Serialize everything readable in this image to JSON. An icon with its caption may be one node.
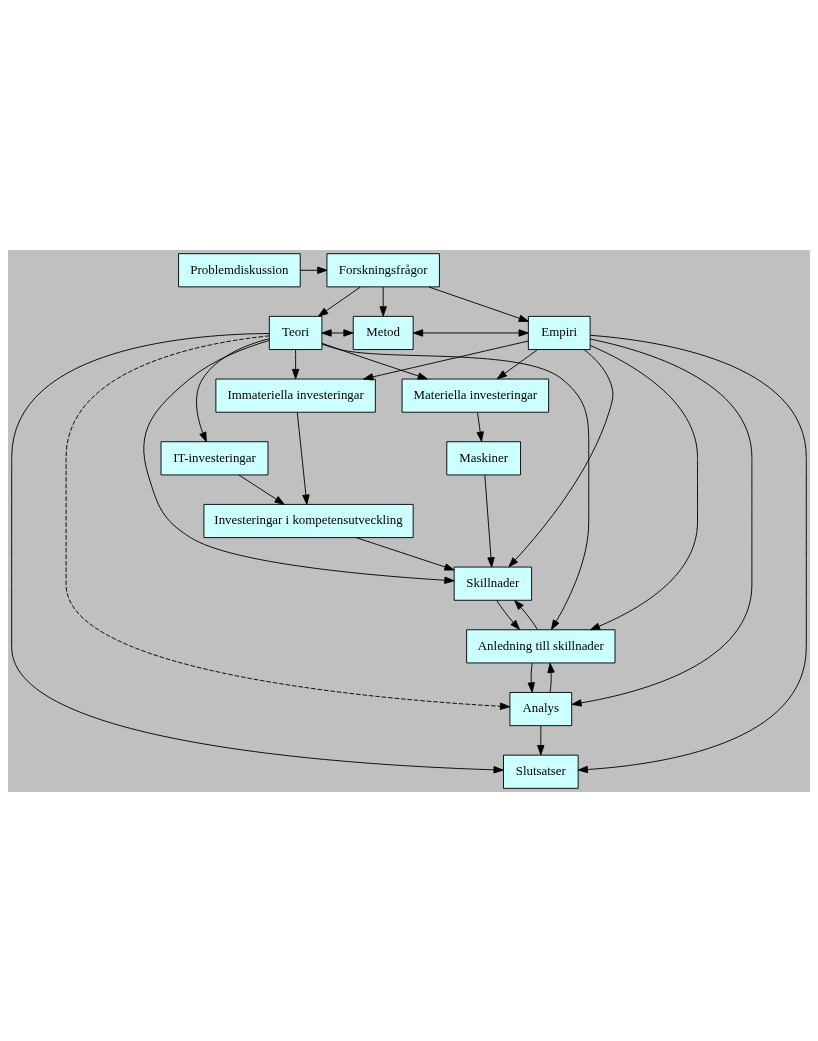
{
  "diagram": {
    "nodes": [
      {
        "text": [
          "Problemdiskussion"
        ]
      },
      {
        "text": [
          "Forskningsfrågor"
        ]
      },
      {
        "text": [
          "Teori"
        ]
      },
      {
        "text": [
          "Metod"
        ]
      },
      {
        "text": [
          "Empiri"
        ]
      },
      {
        "text": [
          "Materiella investeringar"
        ]
      },
      {
        "text": [
          "Immateriella investeringar"
        ]
      },
      {
        "text": [
          "IT-investeringar"
        ]
      },
      {
        "text": [
          "Maskiner"
        ]
      },
      {
        "text": [
          "Investeringar i kompetensutveckling"
        ]
      },
      {
        "text": [
          "Skillnader"
        ]
      },
      {
        "text": [
          "Anledning till skillnader"
        ]
      },
      {
        "text": [
          "Analys"
        ]
      },
      {
        "text": [
          "Slutsatser"
        ]
      }
    ],
    "edges": [
      {
        "from": 0,
        "to": 1,
        "arrow": "to"
      },
      {
        "from": 1,
        "to": 2,
        "arrow": "to"
      },
      {
        "from": 1,
        "to": 3,
        "arrow": "to"
      },
      {
        "from": 1,
        "to": 4,
        "arrow": "to"
      },
      {
        "from": 2,
        "to": 3,
        "arrow": "both"
      },
      {
        "from": 3,
        "to": 4,
        "arrow": "both"
      },
      {
        "from": 2,
        "to": 5,
        "arrow": "to"
      },
      {
        "from": 2,
        "to": 6,
        "arrow": "to"
      },
      {
        "from": 4,
        "to": 5,
        "arrow": "to"
      },
      {
        "from": 4,
        "to": 6,
        "arrow": "to"
      },
      {
        "from": 5,
        "to": 8,
        "arrow": "to"
      },
      {
        "from": 6,
        "to": 9,
        "arrow": "to"
      },
      {
        "from": 7,
        "to": 9,
        "arrow": "to"
      },
      {
        "from": 8,
        "to": 10,
        "arrow": "to"
      },
      {
        "from": 9,
        "to": 10,
        "arrow": "to"
      },
      {
        "from": 10,
        "to": 11,
        "arrow": "to"
      },
      {
        "from": 11,
        "to": 10,
        "arrow": "to"
      },
      {
        "from": 11,
        "to": 12,
        "arrow": "to"
      },
      {
        "from": 12,
        "to": 11,
        "arrow": "to"
      },
      {
        "from": 12,
        "to": 13,
        "arrow": "to"
      },
      {
        "from": 2,
        "to": 7,
        "arrow": "to"
      },
      {
        "from": 2,
        "to": 10,
        "arrow": "to"
      },
      {
        "from": 2,
        "to": 11,
        "arrow": "to"
      },
      {
        "from": 2,
        "to": 12,
        "arrow": "to",
        "style": "dashed"
      },
      {
        "from": 2,
        "to": 13,
        "arrow": "to"
      },
      {
        "from": 4,
        "to": 10,
        "arrow": "to"
      },
      {
        "from": 4,
        "to": 11,
        "arrow": "to"
      },
      {
        "from": 4,
        "to": 12,
        "arrow": "to"
      },
      {
        "from": 4,
        "to": 13,
        "arrow": "to"
      }
    ]
  }
}
